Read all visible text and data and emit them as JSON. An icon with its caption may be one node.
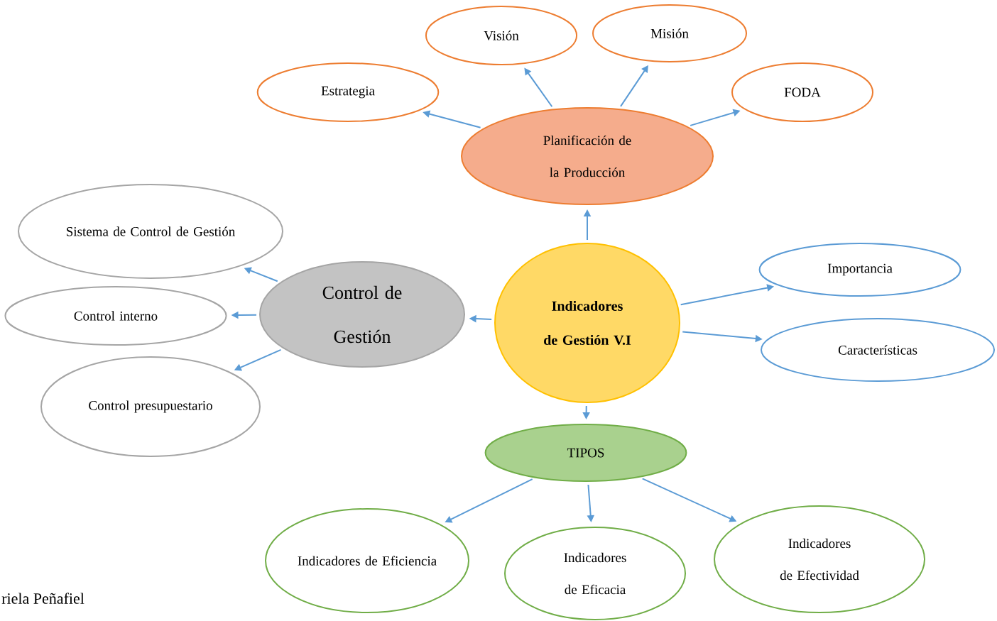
{
  "diagram": {
    "nodes": [
      {
        "text": [
          "Planificación de la Producción"
        ]
      },
      {
        "text": [
          "Visión"
        ]
      },
      {
        "text": [
          "Misión"
        ]
      },
      {
        "text": [
          "Estrategia"
        ]
      },
      {
        "text": [
          "FODA"
        ]
      },
      {
        "text": [
          "Indicadores de Gestión V.I"
        ]
      },
      {
        "text": [
          "Control de Gestión"
        ]
      },
      {
        "text": [
          "Sistema de Control de Gestión"
        ]
      },
      {
        "text": [
          "Control interno"
        ]
      },
      {
        "text": [
          "Control presupuestario"
        ]
      },
      {
        "text": [
          "Importancia"
        ]
      },
      {
        "text": [
          "Características"
        ]
      },
      {
        "text": [
          "TIPOS"
        ]
      },
      {
        "text": [
          "Indicadores de Eficiencia"
        ]
      },
      {
        "text": [
          "Indicadores de Eficacia"
        ]
      },
      {
        "text": [
          "Indicadores de Efectividad"
        ]
      }
    ],
    "edges": [
      {
        "from": 0,
        "to": 1,
        "arrow": "to"
      },
      {
        "from": 0,
        "to": 2,
        "arrow": "to"
      },
      {
        "from": 0,
        "to": 3,
        "arrow": "to"
      },
      {
        "from": 0,
        "to": 4,
        "arrow": "to"
      },
      {
        "from": 5,
        "to": 0,
        "arrow": "to"
      },
      {
        "from": 5,
        "to": 6,
        "arrow": "to"
      },
      {
        "from": 6,
        "to": 7,
        "arrow": "to"
      },
      {
        "from": 6,
        "to": 8,
        "arrow": "to"
      },
      {
        "from": 6,
        "to": 9,
        "arrow": "to"
      },
      {
        "from": 5,
        "to": 10,
        "arrow": "to"
      },
      {
        "from": 5,
        "to": 11,
        "arrow": "to"
      },
      {
        "from": 5,
        "to": 12,
        "arrow": "to"
      },
      {
        "from": 12,
        "to": 13,
        "arrow": "to"
      },
      {
        "from": 12,
        "to": 14,
        "arrow": "to"
      },
      {
        "from": 12,
        "to": 15,
        "arrow": "to"
      }
    ],
    "labels": [
      "riela Peñafiel"
    ]
  }
}
